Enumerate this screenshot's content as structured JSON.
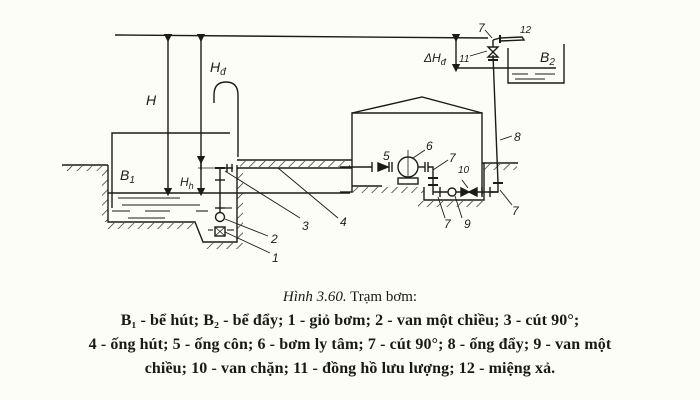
{
  "figure": {
    "labels": {
      "B1": "B",
      "B1_sub": "1",
      "B2": "B",
      "B2_sub": "2",
      "H": "H",
      "Hd": "H",
      "Hd_sub": "đ",
      "Hh": "H",
      "Hh_sub": "h",
      "dHd": "ΔH",
      "dHd_sub": "đ",
      "n1": "1",
      "n2": "2",
      "n3": "3",
      "n4": "4",
      "n5": "5",
      "n6": "6",
      "n7a": "7",
      "n7b": "7",
      "n7c": "7",
      "n7d": "7",
      "n8": "8",
      "n9": "9",
      "n10": "10",
      "n11": "11",
      "n12": "12"
    },
    "colors": {
      "ink": "#1c1c14",
      "paper": "#fdfdf7"
    }
  },
  "caption": {
    "fig_number": "Hình 3.60.",
    "title": " Trạm bơm:",
    "line1": "B₁ - bể hút; B₂ - bể đẩy; 1 - giỏ bơm; 2 - van một chiều; 3 - cút 90°;",
    "line2": "4 - ống hút; 5 - ống côn; 6 - bơm ly tâm; 7 - cút 90°; 8 - ống đẩy; 9 - van một",
    "line3": "chiều; 10 - van chặn; 11  - đồng hồ lưu lượng; 12 - miệng xả."
  }
}
